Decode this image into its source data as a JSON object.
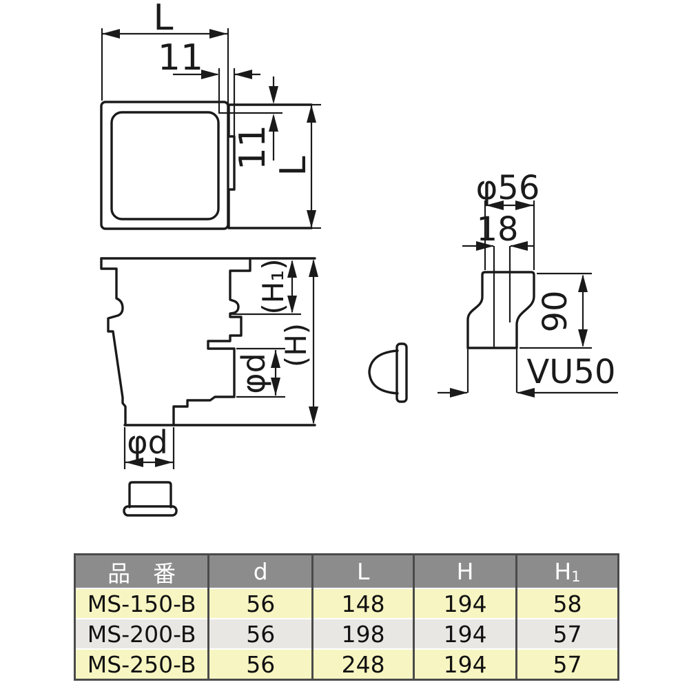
{
  "drawing": {
    "stroke_color": "#1a1a1a",
    "plan_view": {
      "dim_width_top": "L",
      "dim_notch_top": "11",
      "dim_step_side": "11",
      "dim_height_side": "L"
    },
    "section_view": {
      "dim_h1": "(H₁)",
      "dim_h": "(H)",
      "dim_outlet_side": "φd",
      "dim_outlet_bottom": "φd"
    },
    "adapter_view": {
      "dim_diameter": "φ56",
      "dim_offset": "18",
      "dim_height": "90",
      "label_pipe": "VU50"
    }
  },
  "table": {
    "headers": [
      {
        "label": "品　番"
      },
      {
        "label": "d"
      },
      {
        "label": "L"
      },
      {
        "label": "H"
      },
      {
        "label": "H",
        "sub": "1"
      }
    ],
    "rows": [
      [
        "MS-150-B",
        "56",
        "148",
        "194",
        "58"
      ],
      [
        "MS-200-B",
        "56",
        "198",
        "194",
        "57"
      ],
      [
        "MS-250-B",
        "56",
        "248",
        "194",
        "57"
      ]
    ],
    "colors": {
      "header_bg": "#8c8c8c",
      "header_text": "#ffffff",
      "row_yellow": "#f7f5c1",
      "row_gray": "#e9e7e4",
      "grid": "#4a4a4a",
      "body_text": "#111111"
    }
  }
}
